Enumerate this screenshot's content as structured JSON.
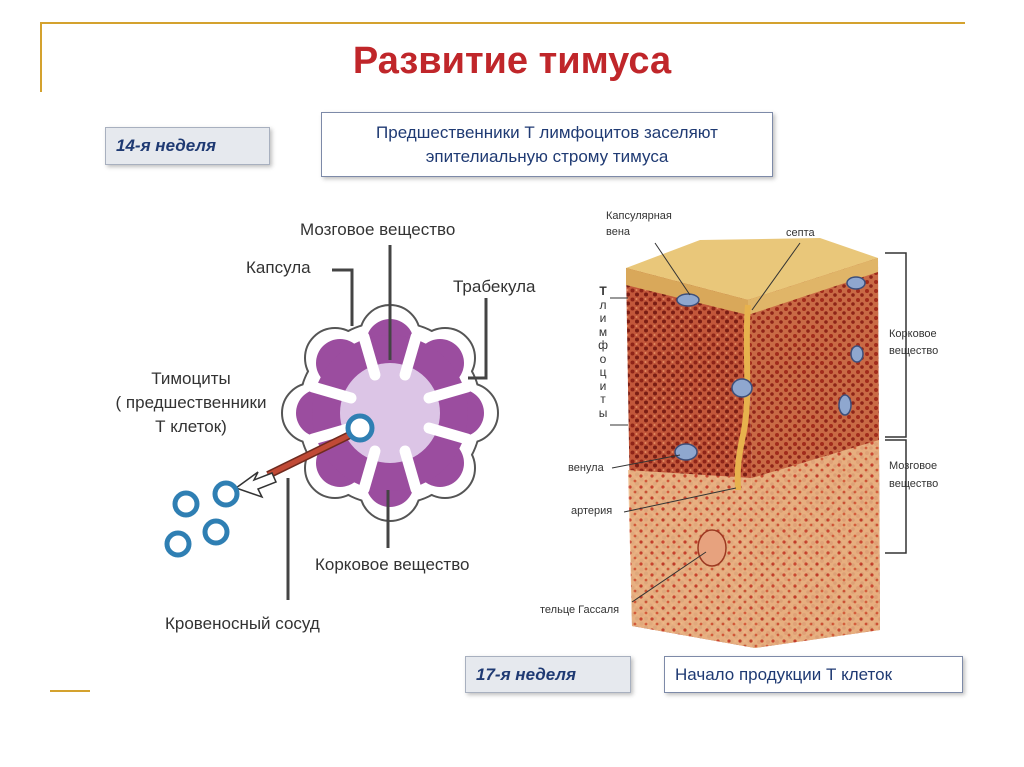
{
  "title": "Развитие тимуса",
  "top": {
    "week": "14-я неделя",
    "info_line1": "Предшественники Т лимфоцитов заселяют",
    "info_line2": "эпителиальную строму тимуса"
  },
  "bottom": {
    "week": "17-я неделя",
    "info": "Начало продукции Т клеток"
  },
  "left_diagram": {
    "medulla": "Мозговое вещество",
    "capsule": "Капсула",
    "trabecula": "Трабекула",
    "thymocytes_line1": "Тимоциты",
    "thymocytes_line2": "( предшественники",
    "thymocytes_line3": "Т клеток)",
    "cortex": "Корковое вещество",
    "vessel": "Кровеносный сосуд"
  },
  "right_diagram": {
    "capsular_vein_line1": "Капсулярная",
    "capsular_vein_line2": "вена",
    "septa": "септа",
    "t_lymphocytes_letters": [
      "Т",
      "л",
      "и",
      "м",
      "ф",
      "о",
      "ц",
      "и",
      "т",
      "ы"
    ],
    "cortex_line1": "Корковое",
    "cortex_line2": "вещество",
    "venule": "венула",
    "medulla_line1": "Мозговое",
    "medulla_line2": "вещество",
    "artery": "артерия",
    "hassall": "тельце Гассаля"
  },
  "colors": {
    "title": "#c0262a",
    "box_text": "#1f3a73",
    "frame": "#d4a22e",
    "lobe_purple": "#9b4d9f",
    "tissue_red": "#b8472e"
  }
}
